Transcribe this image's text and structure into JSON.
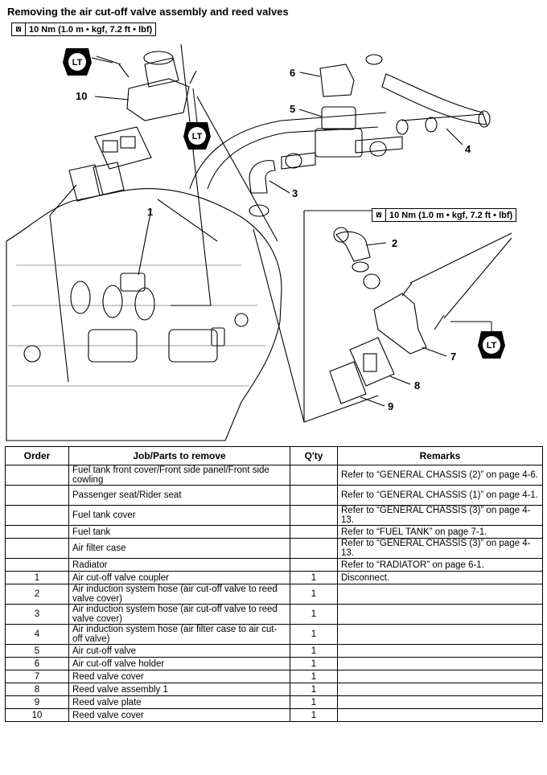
{
  "page": {
    "title": "Removing the air cut-off valve assembly and reed valves"
  },
  "torque_specs": {
    "top_left": "10 Nm (1.0 m • kgf, 7.2 ft • lbf)",
    "right": "10 Nm (1.0 m • kgf, 7.2 ft • lbf)"
  },
  "diagram": {
    "lt_label": "LT",
    "callouts": [
      "1",
      "2",
      "3",
      "4",
      "5",
      "6",
      "7",
      "8",
      "9",
      "10"
    ],
    "icons": [
      "torque-wrench-icon",
      "loctite-icon"
    ]
  },
  "table": {
    "headers": {
      "order": "Order",
      "job": "Job/Parts to remove",
      "qty": "Q'ty",
      "remarks": "Remarks"
    },
    "rows": [
      {
        "order": "",
        "job": "Fuel tank front cover/Front side panel/Front side cowling",
        "qty": "",
        "remarks": "Refer to “GENERAL CHASSIS (2)” on page 4-6."
      },
      {
        "order": "",
        "job": "Passenger seat/Rider seat",
        "qty": "",
        "remarks": "Refer to “GENERAL CHASSIS (1)” on page 4-1."
      },
      {
        "order": "",
        "job": "Fuel tank cover",
        "qty": "",
        "remarks": "Refer to “GENERAL CHASSIS (3)” on page 4-13."
      },
      {
        "order": "",
        "job": "Fuel tank",
        "qty": "",
        "remarks": "Refer to “FUEL TANK” on page 7-1."
      },
      {
        "order": "",
        "job": "Air filter case",
        "qty": "",
        "remarks": "Refer to “GENERAL CHASSIS (3)” on page 4-13."
      },
      {
        "order": "",
        "job": "Radiator",
        "qty": "",
        "remarks": "Refer to “RADIATOR” on page 6-1."
      },
      {
        "order": "1",
        "job": "Air cut-off valve coupler",
        "qty": "1",
        "remarks": "Disconnect."
      },
      {
        "order": "2",
        "job": "Air induction system hose (air cut-off valve to reed valve cover)",
        "qty": "1",
        "remarks": ""
      },
      {
        "order": "3",
        "job": "Air induction system hose (air cut-off valve to reed valve cover)",
        "qty": "1",
        "remarks": ""
      },
      {
        "order": "4",
        "job": "Air induction system hose (air filter case to air cut-off valve)",
        "qty": "1",
        "remarks": ""
      },
      {
        "order": "5",
        "job": "Air cut-off valve",
        "qty": "1",
        "remarks": ""
      },
      {
        "order": "6",
        "job": "Air cut-off valve holder",
        "qty": "1",
        "remarks": ""
      },
      {
        "order": "7",
        "job": "Reed valve cover",
        "qty": "1",
        "remarks": ""
      },
      {
        "order": "8",
        "job": "Reed valve assembly 1",
        "qty": "1",
        "remarks": ""
      },
      {
        "order": "9",
        "job": "Reed valve plate",
        "qty": "1",
        "remarks": ""
      },
      {
        "order": "10",
        "job": "Reed valve cover",
        "qty": "1",
        "remarks": ""
      }
    ]
  }
}
